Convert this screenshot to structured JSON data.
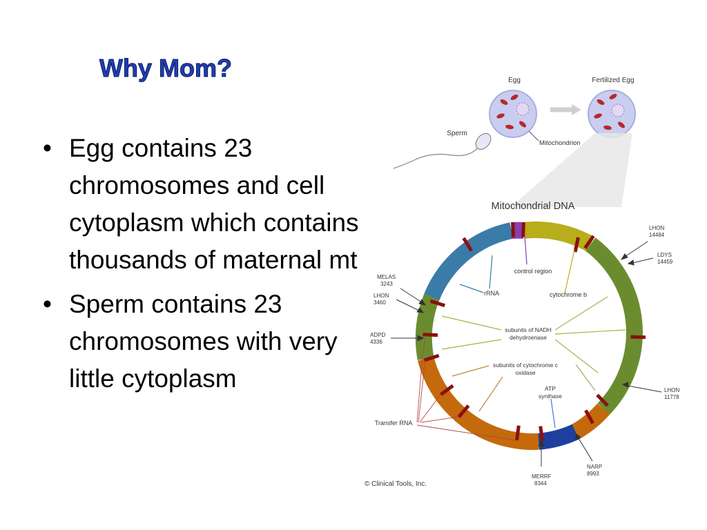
{
  "slide": {
    "title": "Why Mom?",
    "bullets": [
      "Egg contains 23 chromosomes and cell cytoplasm which contains thousands of maternal mt",
      "Sperm contains 23 chromosomes with very little cytoplasm"
    ],
    "bullet_glyph": "•"
  },
  "diagram": {
    "egg_label": "Egg",
    "fertilized_label": "Fertilized Egg",
    "sperm_label": "Sperm",
    "mitochondrion_label": "Mitochondrion",
    "mtdna_title": "Mitochondrial DNA",
    "regions": {
      "control": "control region",
      "rrna": "rRNA",
      "cytb": "cytochrome b",
      "nadh1": "subunits of NADH",
      "nadh2": "dehydroenase",
      "cox1": "subunits of cytochrome c",
      "cox2": "oxidase",
      "atp1": "ATP",
      "atp2": "synthase",
      "trna": "Transfer RNA"
    },
    "mutations": {
      "lhon14484_a": "LHON",
      "lhon14484_b": "14484",
      "ldys_a": "LDYS",
      "ldys_b": "14459",
      "melas_a": "MELAS",
      "melas_b": "3243",
      "lhon3460_a": "LHON",
      "lhon3460_b": "3460",
      "adpd_a": "ADPD",
      "adpd_b": "4336",
      "lhon11778_a": "LHON",
      "lhon11778_b": "11778",
      "narp_a": "NARP",
      "narp_b": "8993",
      "merrf_a": "MERRF",
      "merrf_b": "8344"
    },
    "copyright": "© Clinical Tools, Inc."
  },
  "colors": {
    "title_fill": "#1f3fae",
    "ring_blue": "#3b7ba8",
    "ring_purple": "#8a3fb0",
    "ring_yellow": "#b8ad1a",
    "ring_green": "#6b8c2e",
    "ring_orange": "#c46a0c",
    "ring_navy": "#1f3f9e",
    "trna_red": "#8b1010",
    "cell_fill": "#c9cdf0",
    "mito_fill": "#b82828"
  }
}
